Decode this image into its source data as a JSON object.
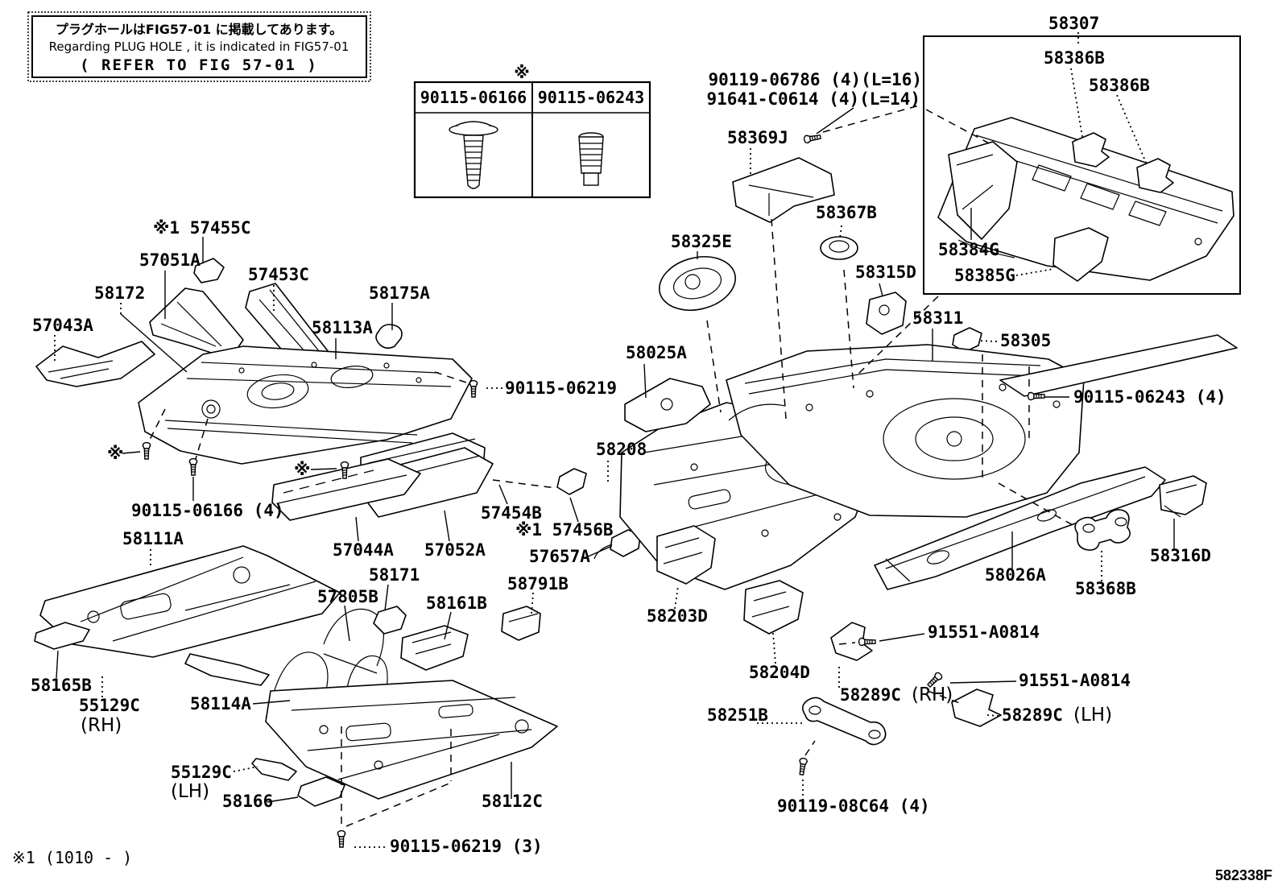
{
  "note_box": {
    "line1": "プラグホールはFIG57-01 に掲載してあります。",
    "line2": "Regarding PLUG HOLE , it is indicated in FIG57-01",
    "line3": "( REFER TO FIG 57-01 )"
  },
  "hardware_table": {
    "marker": "※",
    "columns": [
      {
        "part_no": "90115-06166"
      },
      {
        "part_no": "90115-06243"
      }
    ]
  },
  "footer": {
    "left_note": "※1 (1010 -      )",
    "right_code": "582338F"
  },
  "labels": [
    {
      "text": "58307"
    },
    {
      "text": "58386B"
    },
    {
      "text": "58386B"
    },
    {
      "text": "58384G"
    },
    {
      "text": "58385G"
    },
    {
      "text": "90119-06786 (4)(L=16)"
    },
    {
      "text": "91641-C0614 (4)(L=14)"
    },
    {
      "text": "58369J"
    },
    {
      "text": "58367B"
    },
    {
      "text": "58325E"
    },
    {
      "text": "58315D"
    },
    {
      "text": "58311"
    },
    {
      "text": "58305"
    },
    {
      "text": "90115-06243 (4)"
    },
    {
      "text": "58025A"
    },
    {
      "text": "58208"
    },
    {
      "text": "90115-06219"
    },
    {
      "text": "※1 57455C"
    },
    {
      "text": "57051A"
    },
    {
      "text": "57453C"
    },
    {
      "text": "58172"
    },
    {
      "text": "58175A"
    },
    {
      "text": "57043A"
    },
    {
      "text": "58113A"
    },
    {
      "text": "※"
    },
    {
      "text": "※"
    },
    {
      "text": "90115-06166 (4)"
    },
    {
      "text": "58111A"
    },
    {
      "text": "57044A"
    },
    {
      "text": "57052A"
    },
    {
      "text": "57454B"
    },
    {
      "text": "※1 57456B"
    },
    {
      "text": "57657A"
    },
    {
      "text": "58171"
    },
    {
      "text": "57805B"
    },
    {
      "text": "58161B"
    },
    {
      "text": "58791B"
    },
    {
      "text": "58165B"
    },
    {
      "text": "55129C"
    },
    {
      "text": "(RH)"
    },
    {
      "text": "58114A"
    },
    {
      "text": "55129C"
    },
    {
      "text": "(LH)"
    },
    {
      "text": "58166"
    },
    {
      "text": "58112C"
    },
    {
      "text": "90115-06219 (3)"
    },
    {
      "text": "58203D"
    },
    {
      "text": "58204D"
    },
    {
      "text": "58251B"
    },
    {
      "text": "58289C"
    },
    {
      "text": "(RH)"
    },
    {
      "text": "91551-A0814"
    },
    {
      "text": "91551-A0814"
    },
    {
      "text": "58289C"
    },
    {
      "text": "(LH)"
    },
    {
      "text": "90119-08C64 (4)"
    },
    {
      "text": "58026A"
    },
    {
      "text": "58368B"
    },
    {
      "text": "58316D"
    }
  ]
}
